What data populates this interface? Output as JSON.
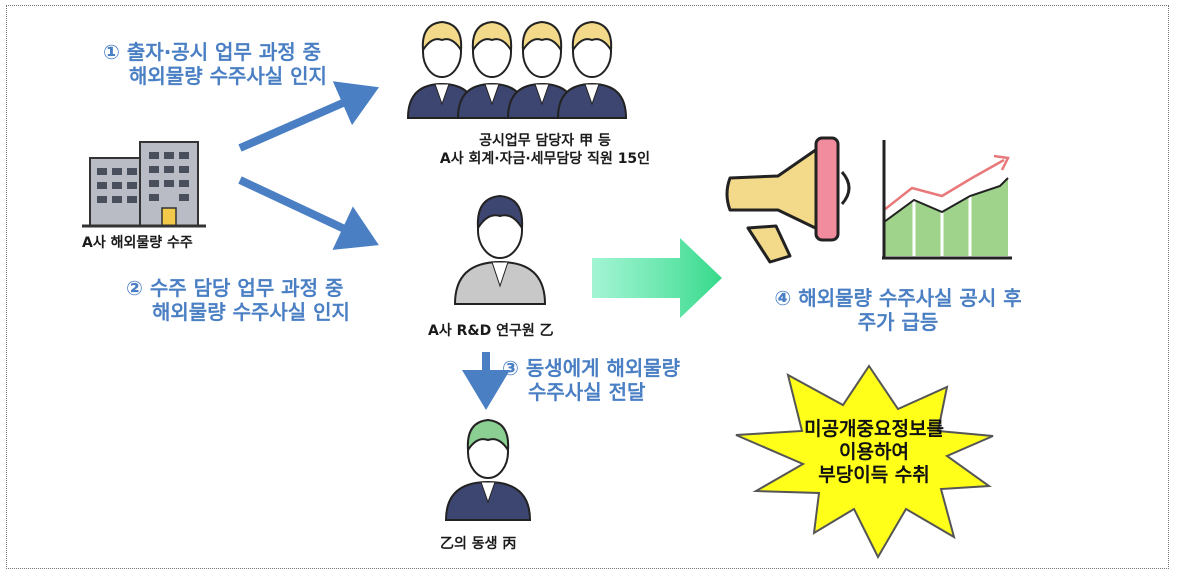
{
  "labels": {
    "step1_line1": "① 출자·공시 업무 과정 중",
    "step1_line2": "해외물량 수주사실 인지",
    "step2_line1": "② 수주 담당 업무 과정 중",
    "step2_line2": "해외물량 수주사실 인지",
    "step3_line1": "③ 동생에게 해외물량",
    "step3_line2": "수주사실 전달",
    "step4_line1": "④ 해외물량 수주사실 공시 후",
    "step4_line2": "주가 급등",
    "company": "A사 해외물량 수주",
    "group_line1": "공시업무 담당자 甲 등",
    "group_line2": "A사 회계·자금·세무담당 직원 15인",
    "researcher": "A사 R&D 연구원 乙",
    "sibling": "乙의 동생 丙",
    "star_line1": "미공개중요정보를",
    "star_line2": "이용하여",
    "star_line3": "부당이득 수취"
  },
  "colors": {
    "blue_text": "#4a7fc4",
    "arrow_blue": "#4a7fc4",
    "arrow_green": "#4fe3a6",
    "star_fill": "#ffff1a",
    "suit": "#3d4670",
    "hair_blonde": "#f3d98a",
    "hair_navy": "#3d4670",
    "hair_green": "#8bcf93",
    "chart_bar": "#9fd38c",
    "chart_line": "#e8787a"
  }
}
